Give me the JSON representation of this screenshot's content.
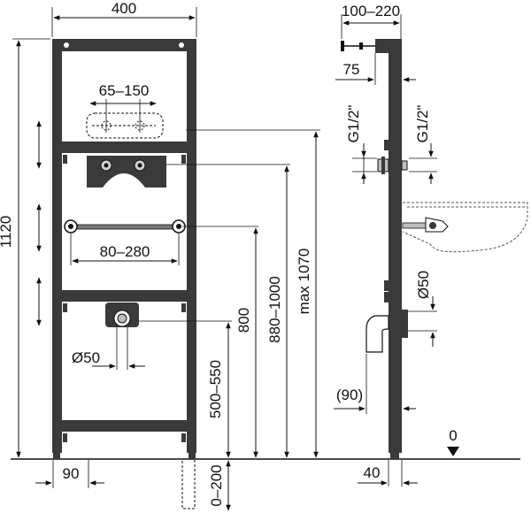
{
  "labels": {
    "width_400": "400",
    "height_1120": "1120",
    "pipe_spacing": "65–150",
    "bracket_spacing": "80–280",
    "drain_dia_front": "Ø50",
    "foot_90": "90",
    "h_500_550": "500–550",
    "h_800": "800",
    "h_880_1000": "880–1000",
    "h_max_1070": "max 1070",
    "depth_0_200": "0–200",
    "offset_100_220": "100–220",
    "offset_75": "75",
    "thread_left": "G1/2\"",
    "thread_right": "G1/2\"",
    "drain_dia_side": "Ø50",
    "offset_90_paren": "(90)",
    "floor_zero": "0",
    "foot_40": "40"
  },
  "colors": {
    "frame_fill": "#3a3a3a",
    "pipe_fill": "#bdbdbd",
    "line": "#111111"
  }
}
